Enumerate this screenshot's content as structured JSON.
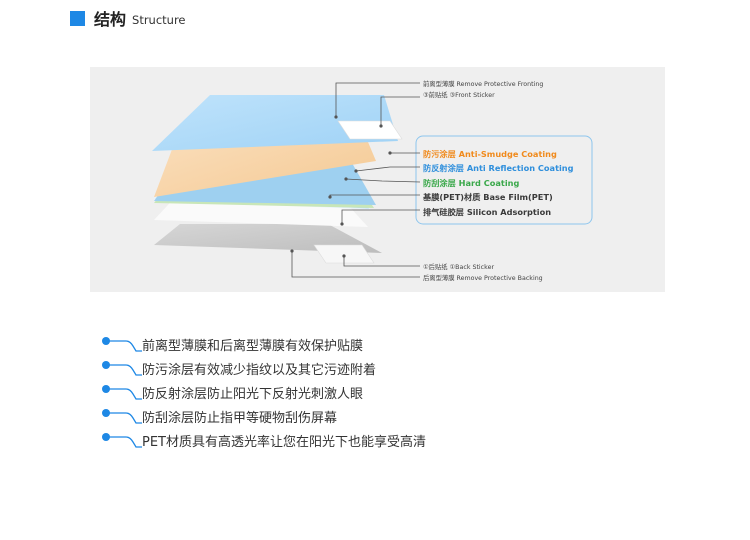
{
  "header": {
    "title": "结构",
    "subtitle": "Structure",
    "accent_color": "#1e88e5"
  },
  "diagram": {
    "top_labels": {
      "line1": "前离型薄膜 Remove Protective Fronting",
      "line2": "③前贴纸 ③Front Sticker"
    },
    "layers": [
      {
        "cn": "防污涂层",
        "en": "Anti-Smudge Coating",
        "color": "#f08a1c"
      },
      {
        "cn": "防反射涂层",
        "en": "Anti Reflection Coating",
        "color": "#2f8fdc"
      },
      {
        "cn": "防刮涂层",
        "en": "Hard Coating",
        "color": "#3aa84a"
      },
      {
        "cn": "基膜(PET)材质",
        "en": "Base Film(PET)",
        "color": "#3a3a3a"
      },
      {
        "cn": "排气硅胶层",
        "en": "Silicon Adsorption",
        "color": "#3a3a3a"
      }
    ],
    "bottom_labels": {
      "line1": "①后贴纸 ①Back Sticker",
      "line2": "后离型薄膜 Remove Protective Backing"
    }
  },
  "features": [
    "前离型薄膜和后离型薄膜有效保护贴膜",
    "防污涂层有效减少指纹以及其它污迹附着",
    "防反射涂层防止阳光下反射光刺激人眼",
    "防刮涂层防止指甲等硬物刮伤屏幕",
    "PET材质具有高透光率让您在阳光下也能享受高清"
  ]
}
